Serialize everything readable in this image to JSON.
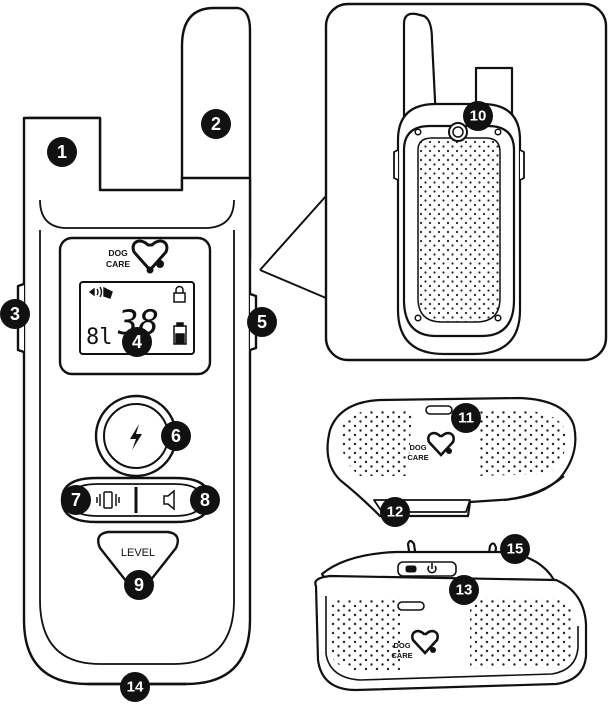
{
  "logo": {
    "line1": "DOG",
    "line2": "CARE"
  },
  "transmitter": {
    "lcd_channel": "8l",
    "lcd_level": "38",
    "level_button_label": "LEVEL"
  },
  "callouts": [
    "1",
    "2",
    "3",
    "4",
    "5",
    "6",
    "7",
    "8",
    "9",
    "10",
    "11",
    "12",
    "13",
    "14",
    "15"
  ],
  "colors": {
    "outline": "#111111",
    "fill": "#ffffff",
    "callout": "#111111"
  },
  "icons": {
    "shock": "lightning-bolt-icon",
    "vibrate": "vibration-icon",
    "sound": "speaker-icon",
    "lock": "lock-icon",
    "battery": "battery-icon",
    "power": "power-icon",
    "heart_paw": "heart-paw-logo-icon"
  }
}
